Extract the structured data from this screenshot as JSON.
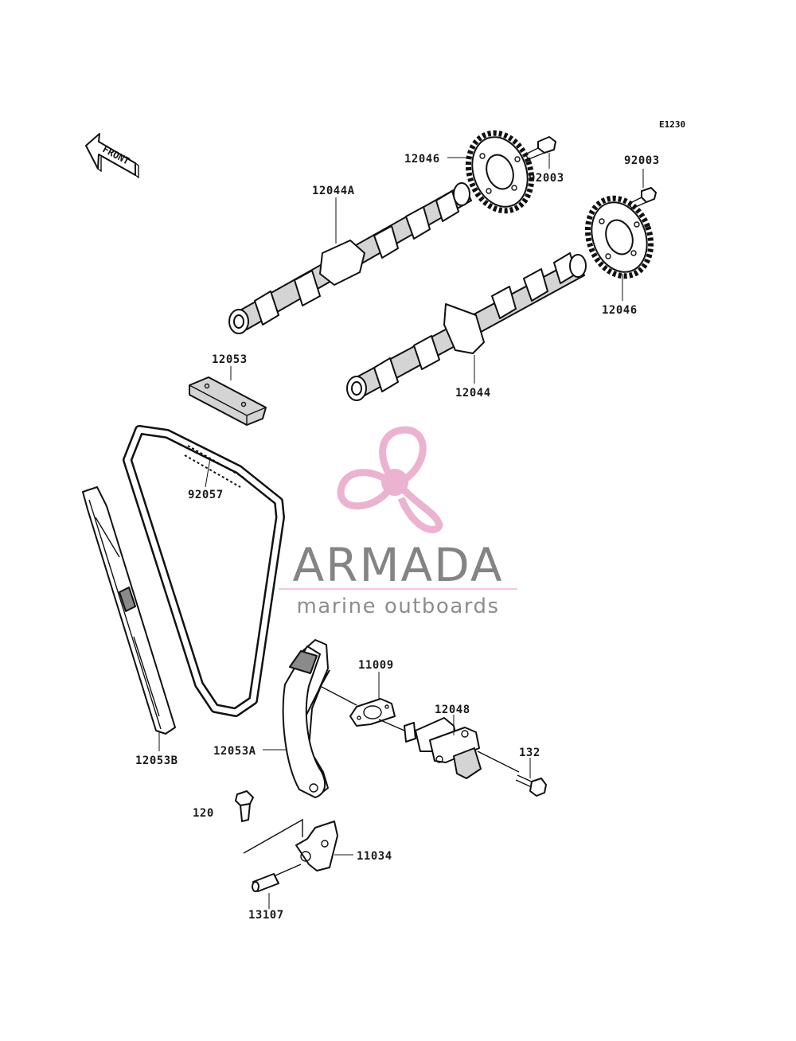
{
  "diagram": {
    "code": "E1230",
    "front_label": "FRONT",
    "parts": [
      {
        "id": "p-12046-top",
        "label": "12046"
      },
      {
        "id": "p-92003-top",
        "label": "92003"
      },
      {
        "id": "p-92003-right",
        "label": "92003"
      },
      {
        "id": "p-12044A",
        "label": "12044A"
      },
      {
        "id": "p-12046-right",
        "label": "12046"
      },
      {
        "id": "p-12053",
        "label": "12053"
      },
      {
        "id": "p-12044",
        "label": "12044"
      },
      {
        "id": "p-92057",
        "label": "92057"
      },
      {
        "id": "p-11009",
        "label": "11009"
      },
      {
        "id": "p-12048",
        "label": "12048"
      },
      {
        "id": "p-132",
        "label": "132"
      },
      {
        "id": "p-12053B",
        "label": "12053B"
      },
      {
        "id": "p-12053A",
        "label": "12053A"
      },
      {
        "id": "p-120",
        "label": "120"
      },
      {
        "id": "p-11034",
        "label": "11034"
      },
      {
        "id": "p-13107",
        "label": "13107"
      }
    ]
  },
  "watermark": {
    "name": "ARMADA",
    "tagline": "marine outboards",
    "logo_color": "#e8a6c8",
    "text_color": "#6f6f6f"
  }
}
